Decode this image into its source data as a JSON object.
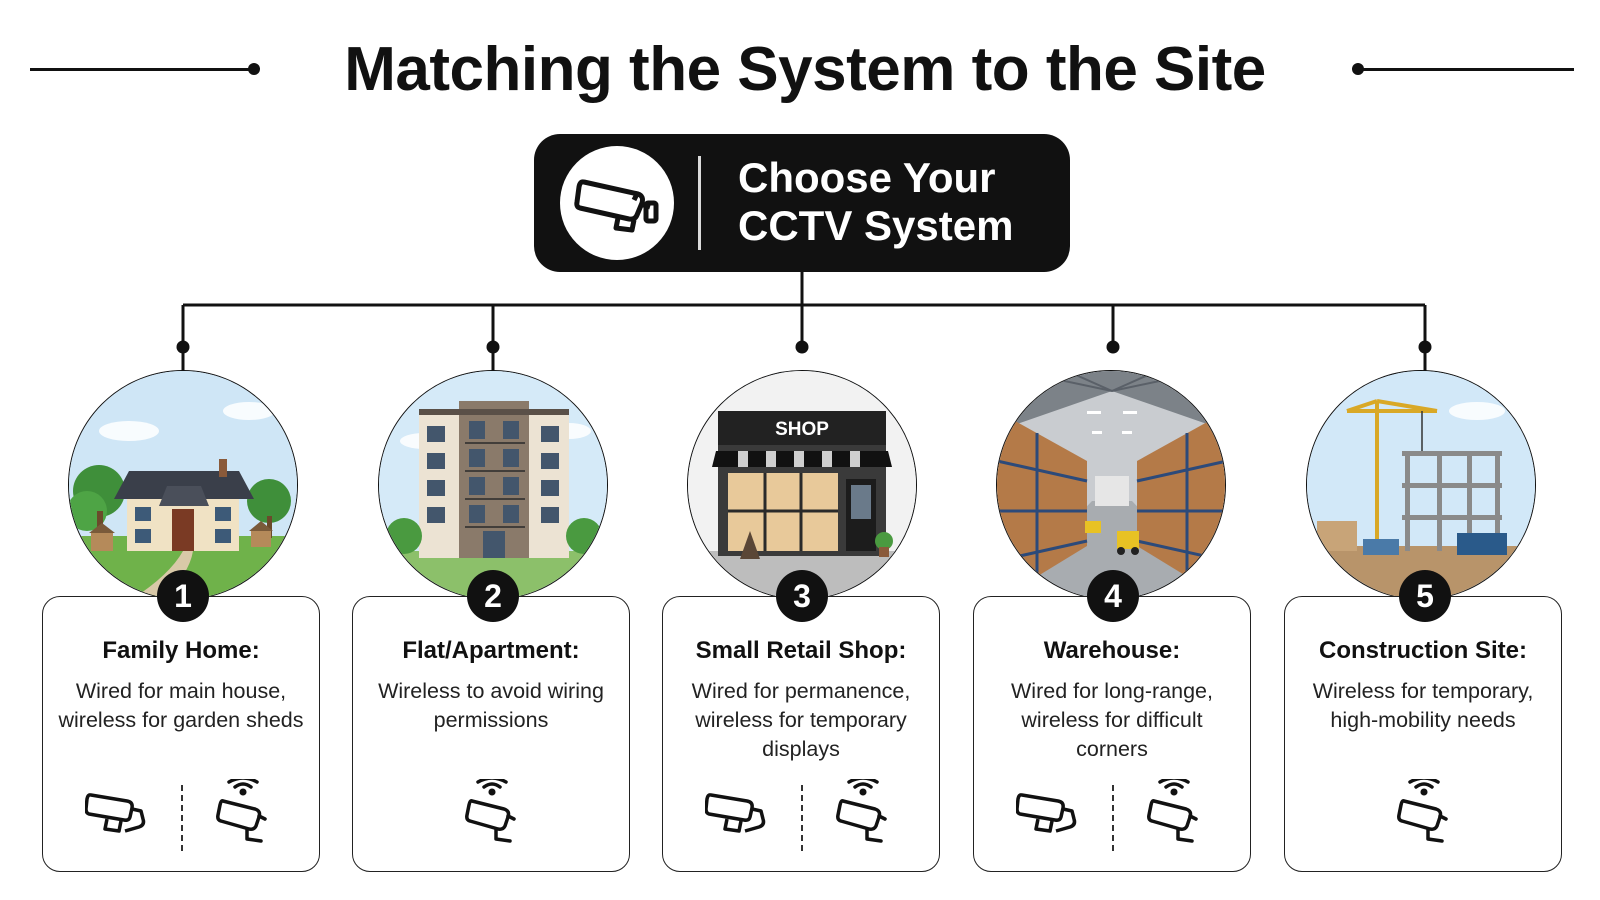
{
  "title": "Matching the System to the Site",
  "hub": {
    "line1": "Choose Your",
    "line2": "CCTV System",
    "icon": "cctv-camera-icon"
  },
  "shop_sign": "SHOP",
  "sites": [
    {
      "number": "1",
      "title": "Family Home:",
      "desc": "Wired for main house, wireless for garden sheds",
      "photo": "family-home",
      "icons": [
        "wired-camera-icon",
        "wireless-camera-icon"
      ]
    },
    {
      "number": "2",
      "title": "Flat/Apartment:",
      "desc": "Wireless to avoid wiring permissions",
      "photo": "apartment-building",
      "icons": [
        "wireless-camera-icon"
      ]
    },
    {
      "number": "3",
      "title": "Small Retail Shop:",
      "desc": "Wired for permanence, wireless for temporary displays",
      "photo": "retail-shop",
      "icons": [
        "wired-camera-icon",
        "wireless-camera-icon"
      ]
    },
    {
      "number": "4",
      "title": "Warehouse:",
      "desc": "Wired for long-range, wireless for difficult corners",
      "photo": "warehouse-interior",
      "icons": [
        "wired-camera-icon",
        "wireless-camera-icon"
      ]
    },
    {
      "number": "5",
      "title": "Construction Site:",
      "desc": "Wireless for temporary, high-mobility needs",
      "photo": "construction-site",
      "icons": [
        "wireless-camera-icon"
      ]
    }
  ]
}
